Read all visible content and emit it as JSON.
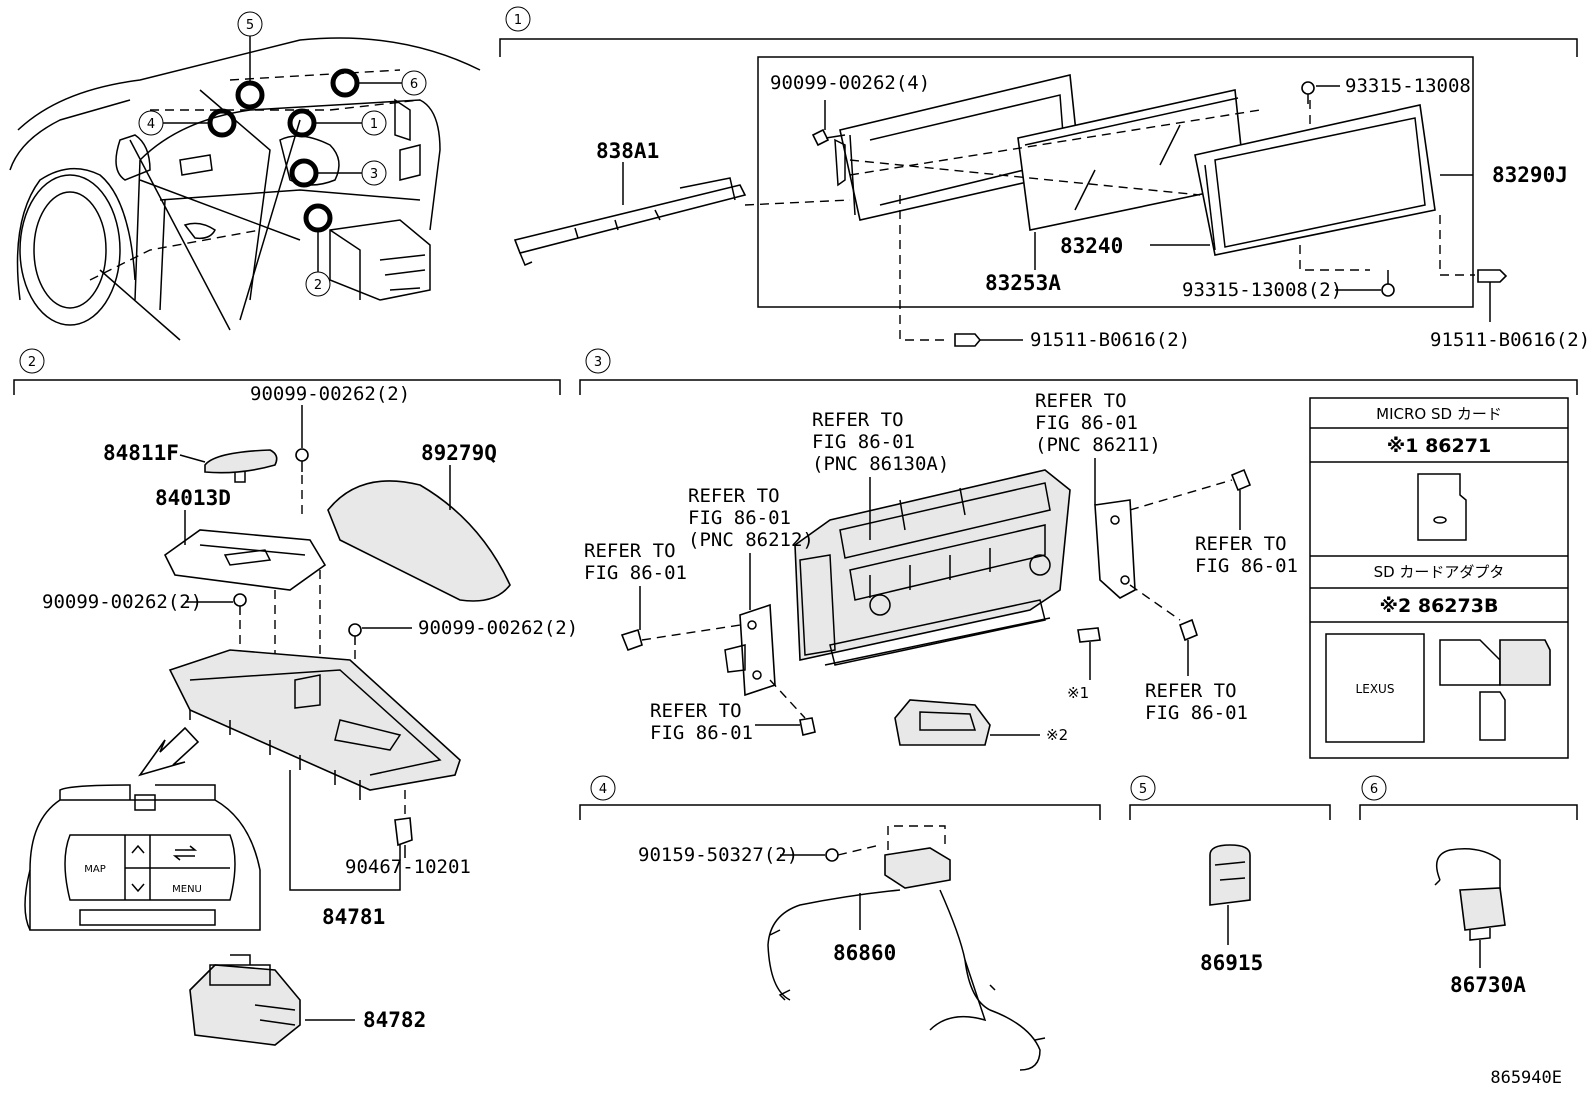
{
  "sections": [
    {
      "id": "1",
      "label": "1"
    },
    {
      "id": "2",
      "label": "2"
    },
    {
      "id": "3",
      "label": "3"
    },
    {
      "id": "4",
      "label": "4"
    },
    {
      "id": "5",
      "label": "5"
    },
    {
      "id": "6",
      "label": "6"
    }
  ],
  "car_callouts": [
    "5",
    "6",
    "4",
    "1",
    "3",
    "2"
  ],
  "section1": {
    "parts": {
      "p838A1": "838A1",
      "p83290J": "83290J",
      "p83240": "83240",
      "p83253A": "83253A",
      "screw_top_left": "90099-00262(4)",
      "screw_top_right": "93315-13008",
      "screw_bottom": "93315-13008(2)",
      "bolt_center": "91511-B0616(2)",
      "bolt_right": "91511-B0616(2)"
    }
  },
  "section2": {
    "parts": {
      "p84811F": "84811F",
      "p84013D": "84013D",
      "p89279Q": "89279Q",
      "screw_top": "90099-00262(2)",
      "screw_left": "90099-00262(2)",
      "screw_right": "90099-00262(2)",
      "clip": "90467-10201",
      "p84781": "84781",
      "p84782": "84782"
    },
    "panel": {
      "map": "MAP",
      "menu": "MENU"
    }
  },
  "section3": {
    "refer": {
      "l1": "REFER TO",
      "l2": "FIG 86-01",
      "pnc_86130A": "(PNC 86130A)",
      "pnc_86211": "(PNC 86211)",
      "pnc_86212": "(PNC 86212)"
    },
    "notes": {
      "note1": "※1",
      "note2": "※2"
    },
    "table": {
      "header1": "MICRO SD カード",
      "row1": "※1 86271",
      "header2": "SD カードアダプタ",
      "row2": "※2 86273B",
      "brand": "LEXUS"
    }
  },
  "section4": {
    "parts": {
      "screw": "90159-50327(2)",
      "p86860": "86860"
    }
  },
  "section5": {
    "parts": {
      "p86915": "86915"
    }
  },
  "section6": {
    "parts": {
      "p86730A": "86730A"
    }
  },
  "figure_id": "865940E"
}
